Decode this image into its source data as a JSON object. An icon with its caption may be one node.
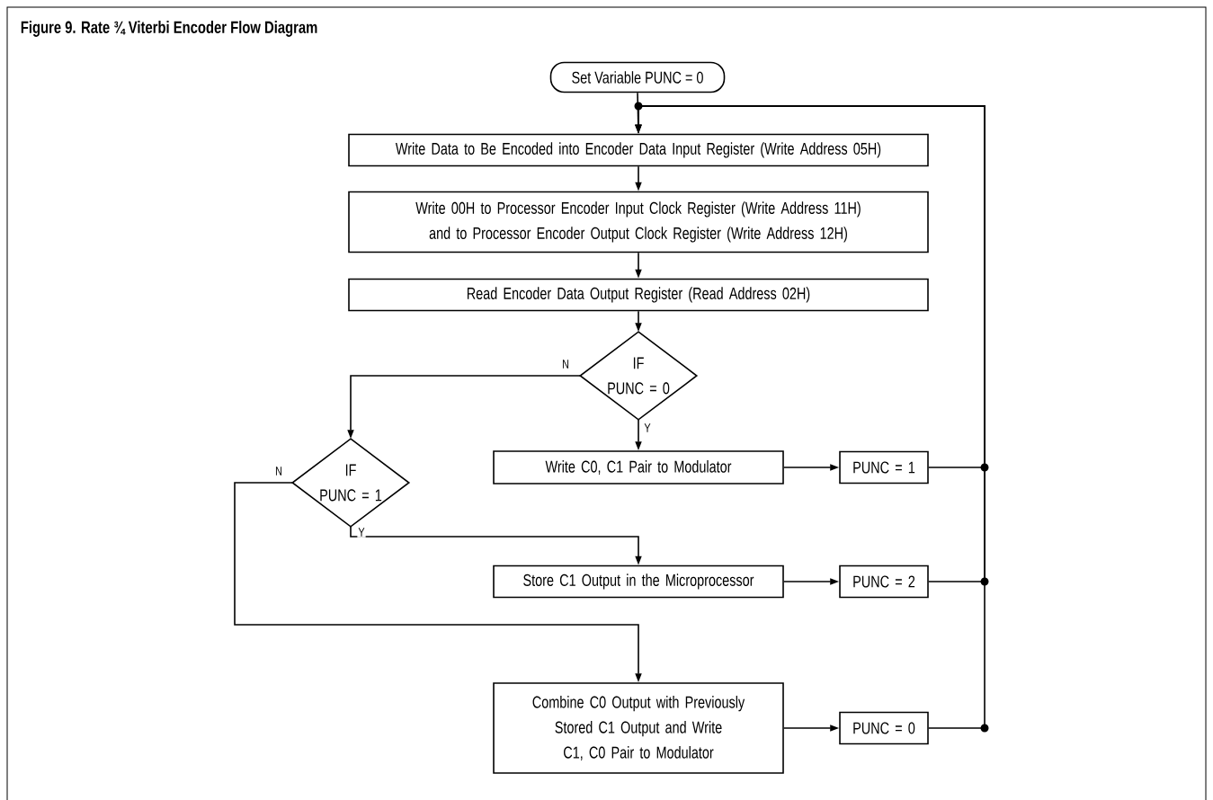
{
  "diagram": {
    "title": "Figure 9. Rate ¾ Viterbi Encoder Flow Diagram",
    "nodes": [
      {
        "text": [
          "Set Variable PUNC = 0"
        ]
      },
      {
        "text": [
          "Write Data to Be Encoded into Encoder Data Input Register (Write Address 05H)"
        ]
      },
      {
        "text": [
          "Write 00H to Processor Encoder Input Clock Register (Write Address 11H) and to Processor Encoder Output Clock Register (Write Address 12H)"
        ]
      },
      {
        "text": [
          "Read Encoder Data Output Register (Read Address 02H)"
        ]
      },
      {
        "text": [
          "IF",
          "PUNC = 0"
        ]
      },
      {
        "text": [
          "Write C0, C1 Pair to Modulator"
        ]
      },
      {
        "text": [
          "PUNC = 1"
        ]
      },
      {
        "text": [
          "IF",
          "PUNC = 1"
        ]
      },
      {
        "text": [
          "Store C1 Output in the Microprocessor"
        ]
      },
      {
        "text": [
          "PUNC = 2"
        ]
      },
      {
        "text": [
          "Combine C0 Output with Previously Stored C1 Output and Write C1, C0 Pair to Modulator"
        ]
      },
      {
        "text": [
          "PUNC = 0"
        ]
      }
    ],
    "edges": [
      {
        "from": 0,
        "to": 1,
        "arrow": "to"
      },
      {
        "from": 1,
        "to": 2,
        "arrow": "to"
      },
      {
        "from": 2,
        "to": 3,
        "arrow": "to"
      },
      {
        "from": 3,
        "to": 4,
        "arrow": "to"
      },
      {
        "from": 4,
        "to": 7,
        "arrow": "to",
        "label": "N"
      },
      {
        "from": 4,
        "to": 5,
        "arrow": "to",
        "label": "Y"
      },
      {
        "from": 5,
        "to": 6,
        "arrow": "to"
      },
      {
        "from": 7,
        "to": 8,
        "arrow": "to",
        "label": "Y"
      },
      {
        "from": 7,
        "to": 10,
        "arrow": "to",
        "label": "N"
      },
      {
        "from": 8,
        "to": 9,
        "arrow": "to"
      },
      {
        "from": 10,
        "to": 11,
        "arrow": "to"
      },
      {
        "from": 6,
        "to": 1,
        "arrow": "to"
      },
      {
        "from": 9,
        "to": 1,
        "arrow": "to"
      },
      {
        "from": 11,
        "to": 1,
        "arrow": "to"
      }
    ]
  }
}
